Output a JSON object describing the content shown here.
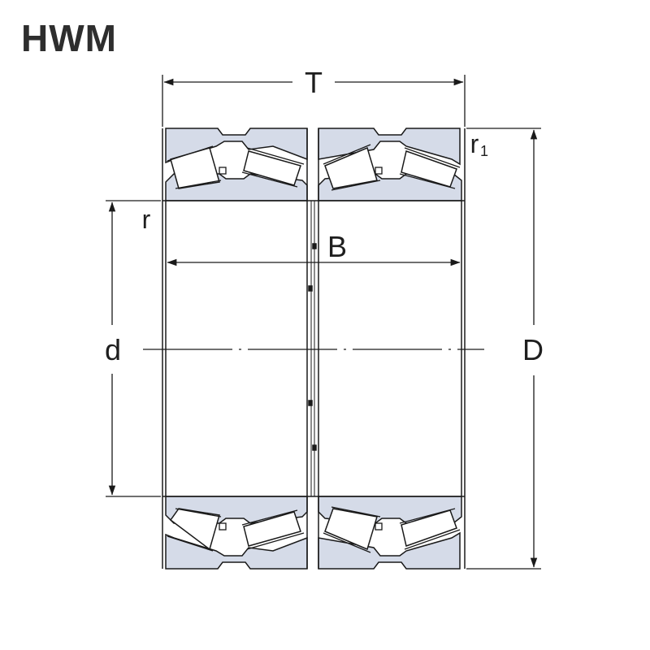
{
  "title": "HWM",
  "labels": {
    "T": "T",
    "B": "B",
    "d": "d",
    "D": "D",
    "r": "r",
    "r1_main": "r",
    "r1_sub": "1"
  },
  "colors": {
    "ring_fill": "#d5dbe8",
    "outline": "#1a1a1a",
    "roller_fill": "#ffffff",
    "text": "#1e1e1e"
  }
}
